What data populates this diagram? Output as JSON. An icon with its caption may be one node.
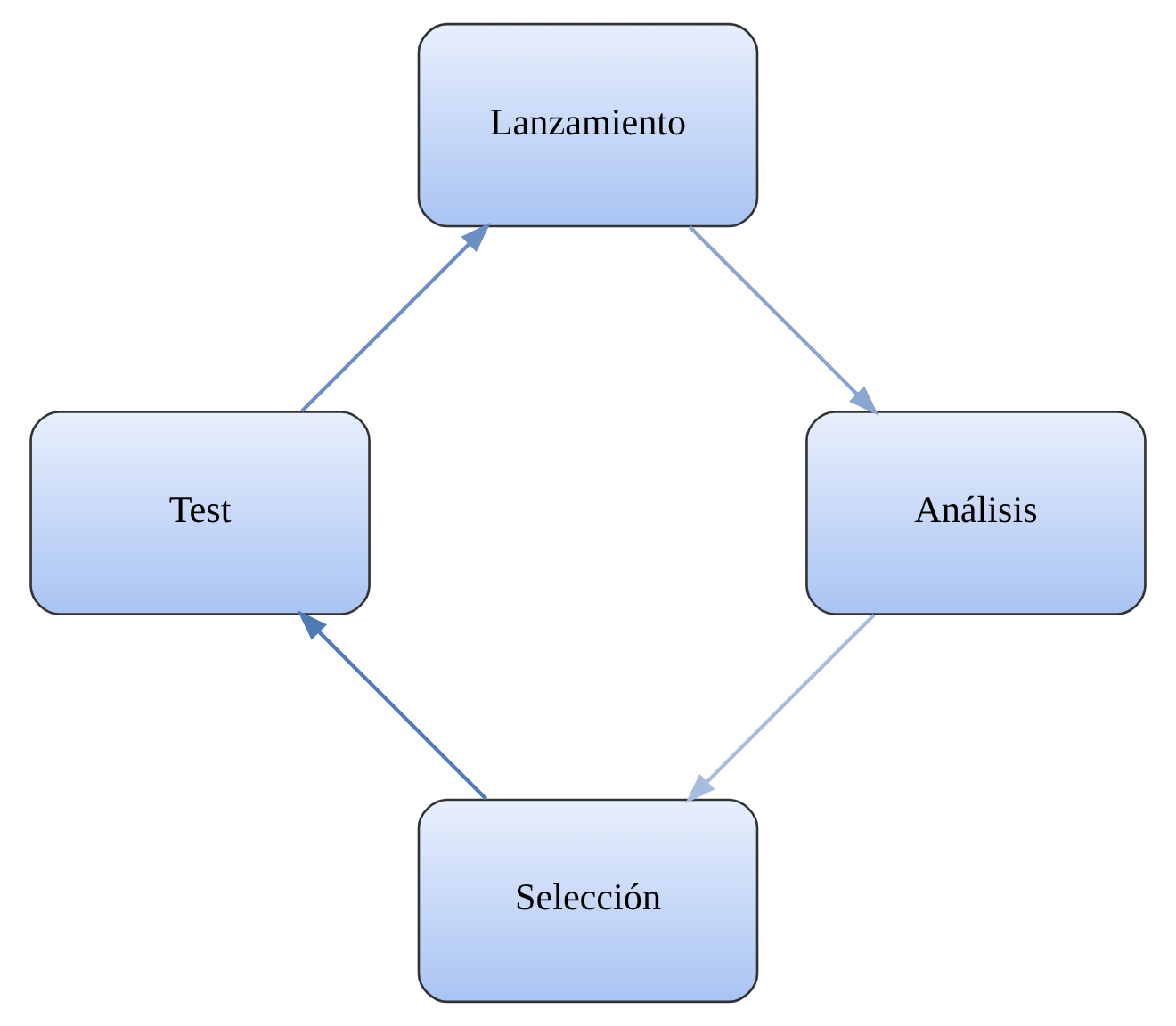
{
  "diagram": {
    "nodes": [
      {
        "text": [
          "Selección"
        ]
      },
      {
        "text": [
          "Test"
        ]
      },
      {
        "text": [
          "Lanzamiento"
        ]
      },
      {
        "text": [
          "Análisis"
        ]
      }
    ],
    "edges": [
      {
        "from": 0,
        "to": 1,
        "arrow": "to",
        "color": "#4f7bb5"
      },
      {
        "from": 1,
        "to": 2,
        "arrow": "to",
        "color": "#6a8fc4"
      },
      {
        "from": 2,
        "to": 3,
        "arrow": "to",
        "color": "#8aa6d0"
      },
      {
        "from": 3,
        "to": 0,
        "arrow": "to",
        "color": "#a6bde0"
      }
    ]
  }
}
